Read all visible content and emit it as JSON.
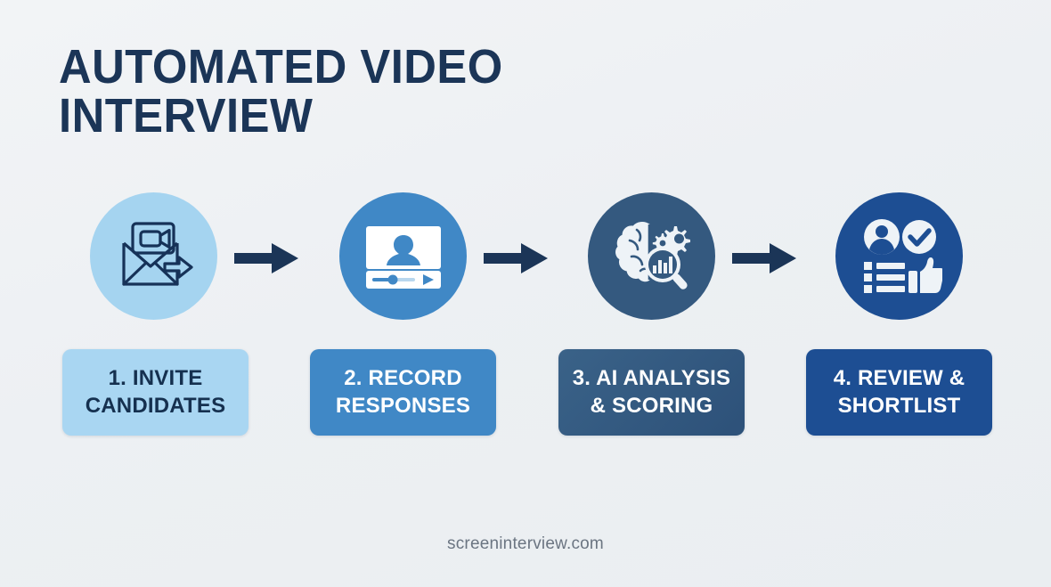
{
  "background_color": "#eef1f4",
  "title": {
    "line1": "AUTOMATED VIDEO",
    "line2": "INTERVIEW",
    "color": "#1b3557"
  },
  "steps": [
    {
      "number": "1",
      "label_line1": "1. INVITE",
      "label_line2": "CANDIDATES",
      "icon": "envelope-video-send-icon",
      "circle_color": "#a5d4f0",
      "box_color": "#a9d6f2",
      "text_color": "#15304f"
    },
    {
      "number": "2",
      "label_line1": "2. RECORD",
      "label_line2": "RESPONSES",
      "icon": "video-player-person-icon",
      "circle_color": "#4088c6",
      "box_color": "#4088c6",
      "text_color": "#ffffff"
    },
    {
      "number": "3",
      "label_line1": "3. AI ANALYSIS",
      "label_line2": "& SCORING",
      "icon": "brain-gears-magnifier-chart-icon",
      "circle_color": "#34597f",
      "box_color": "#345b82",
      "text_color": "#ffffff"
    },
    {
      "number": "4",
      "label_line1": "4. REVIEW &",
      "label_line2": "SHORTLIST",
      "icon": "profile-check-list-thumbsup-icon",
      "circle_color": "#1d4e93",
      "box_color": "#1d4e93",
      "text_color": "#ffffff"
    }
  ],
  "arrows": {
    "icon": "arrow-right-icon",
    "color": "#1b3557",
    "count": 3
  },
  "footer": {
    "text": "screeninterview.com",
    "color": "#6b7582"
  }
}
